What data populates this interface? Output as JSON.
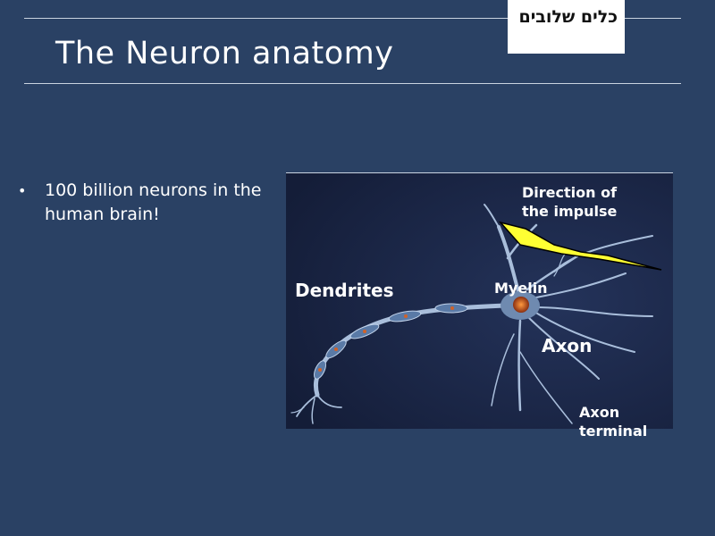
{
  "slide": {
    "title": "The Neuron anatomy",
    "badge": "כלים שלובים"
  },
  "bullets": [
    {
      "text": "100 billion neurons in the human brain!"
    }
  ],
  "figure": {
    "labels": {
      "direction_line1": "Direction of",
      "direction_line2": "the impulse",
      "dendrites": "Dendrites",
      "myelin": "Myelin",
      "axon": "Axon",
      "terminal_line1": "Axon",
      "terminal_line2": "terminal"
    }
  },
  "colors": {
    "background": "#2a4164",
    "arrow": "#ffff33",
    "nucleus": "#d0622a"
  }
}
